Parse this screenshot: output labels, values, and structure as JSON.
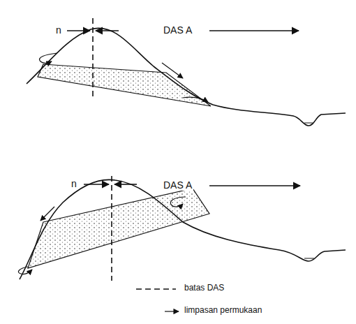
{
  "diagram": {
    "labels": [
      "n",
      "DAS A",
      "n",
      "DAS A"
    ],
    "legend": [
      {
        "text": "batas DAS"
      },
      {
        "text": "limpasan permukaan"
      }
    ]
  }
}
